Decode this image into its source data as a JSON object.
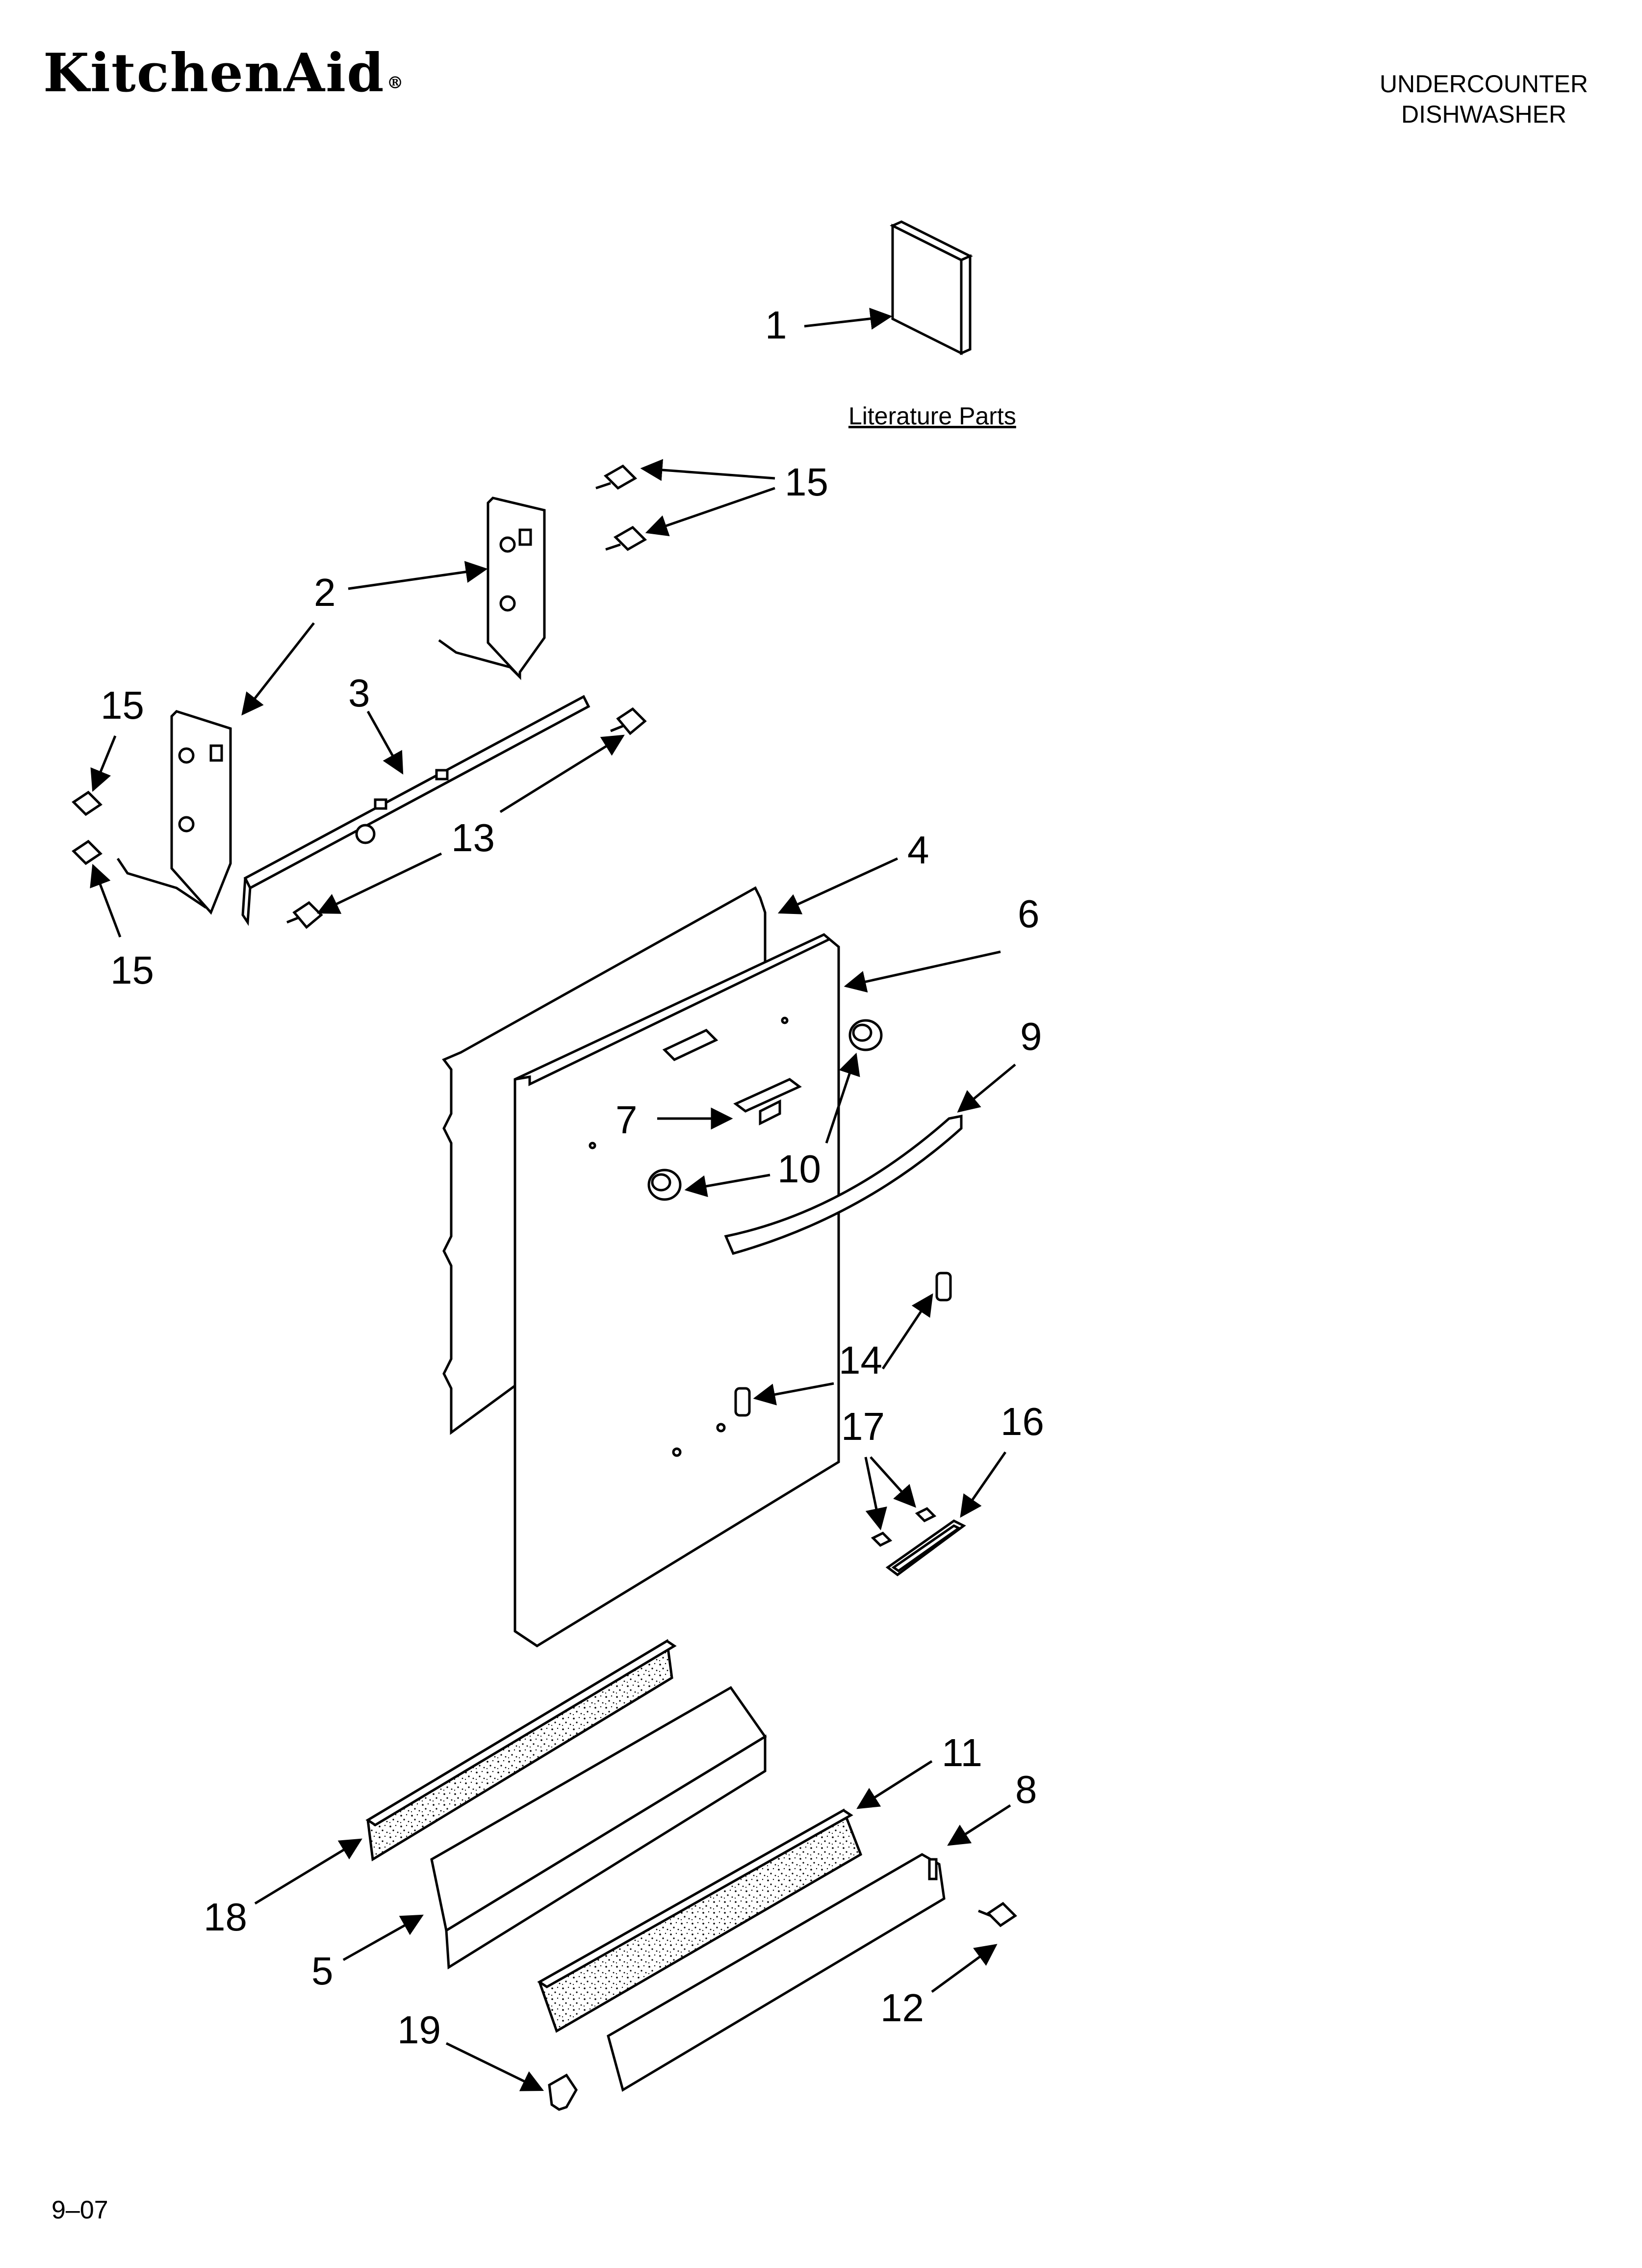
{
  "header": {
    "brand": "KitchenAid",
    "product_line1": "UNDERCOUNTER",
    "product_line2": "DISHWASHER"
  },
  "literature_label": "Literature Parts",
  "callouts": {
    "c1": "1",
    "c2a": "2",
    "c2b": "2",
    "c3": "3",
    "c4": "4",
    "c5": "5",
    "c6": "6",
    "c7": "7",
    "c8": "8",
    "c9": "9",
    "c10": "10",
    "c11": "11",
    "c12": "12",
    "c13": "13",
    "c14": "14",
    "c15a": "15",
    "c15b": "15",
    "c15c": "15",
    "c16": "16",
    "c17": "17",
    "c18": "18",
    "c19": "19"
  },
  "footer": {
    "code": "9–07"
  }
}
